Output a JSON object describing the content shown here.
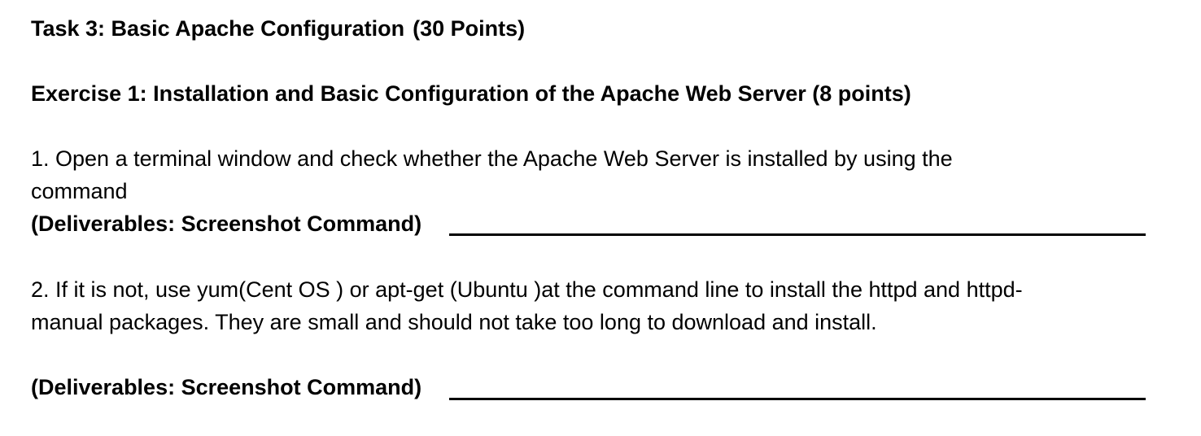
{
  "task": {
    "title": "Task 3: Basic Apache Configuration",
    "points": "(30 Points)"
  },
  "exercise": {
    "title": "Exercise 1: Installation and Basic Configuration of the Apache Web Server (8 points)"
  },
  "question1": {
    "line1": "1. Open a terminal window and check whether the Apache Web Server is installed by using the",
    "line2": "command",
    "deliverable": "(Deliverables: Screenshot  Command)"
  },
  "question2": {
    "line1": "2. If it is not, use yum(Cent OS ) or apt-get (Ubuntu )at the command line to install the httpd and httpd-",
    "line2": "manual packages. They are small and should not take too long to download and install.",
    "deliverable": "(Deliverables: Screenshot  Command)"
  }
}
